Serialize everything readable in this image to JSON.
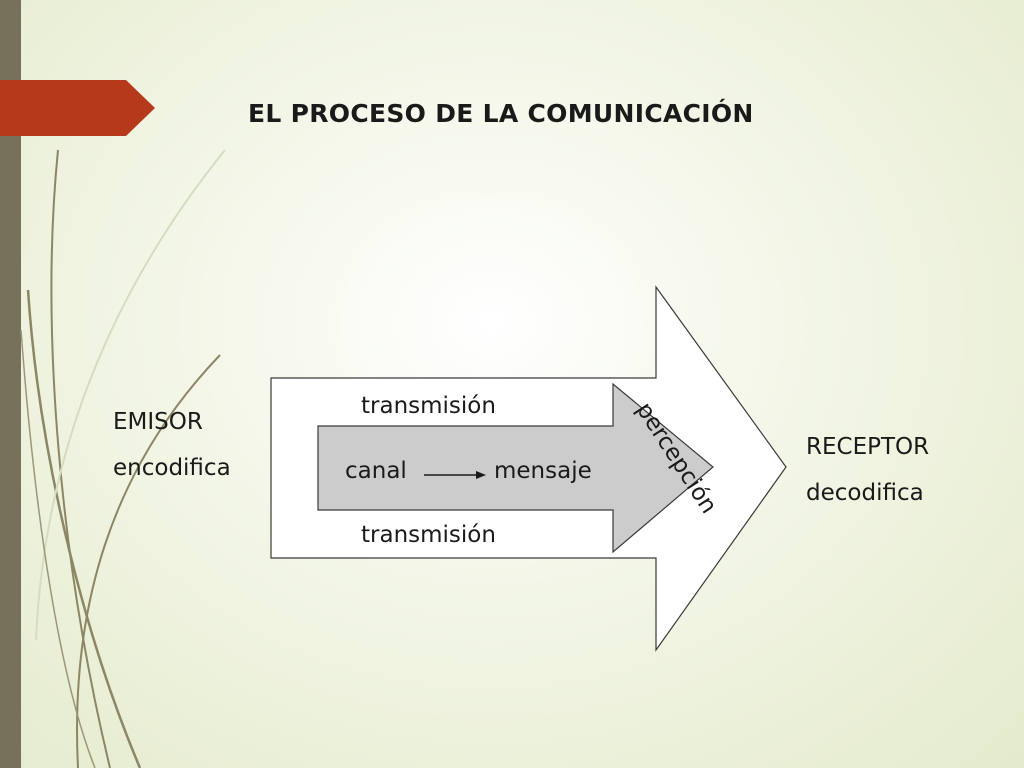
{
  "title": "EL PROCESO DE LA COMUNICACIÓN",
  "emisor": {
    "name": "EMISOR",
    "action": "encodifica"
  },
  "receptor": {
    "name": "RECEPTOR",
    "action": "decodifica"
  },
  "outer_arrow": {
    "label_top": "transmisión",
    "label_bottom": "transmisión",
    "label_tip": "percepción"
  },
  "inner_arrow": {
    "from": "canal",
    "to": "mensaje"
  },
  "colors": {
    "left_bar": "#76715a",
    "accent_tab": "#b5391a",
    "inner_arrow_fill": "#cccccc",
    "outer_arrow_fill": "#ffffff",
    "stroke": "#3a3a3a"
  }
}
